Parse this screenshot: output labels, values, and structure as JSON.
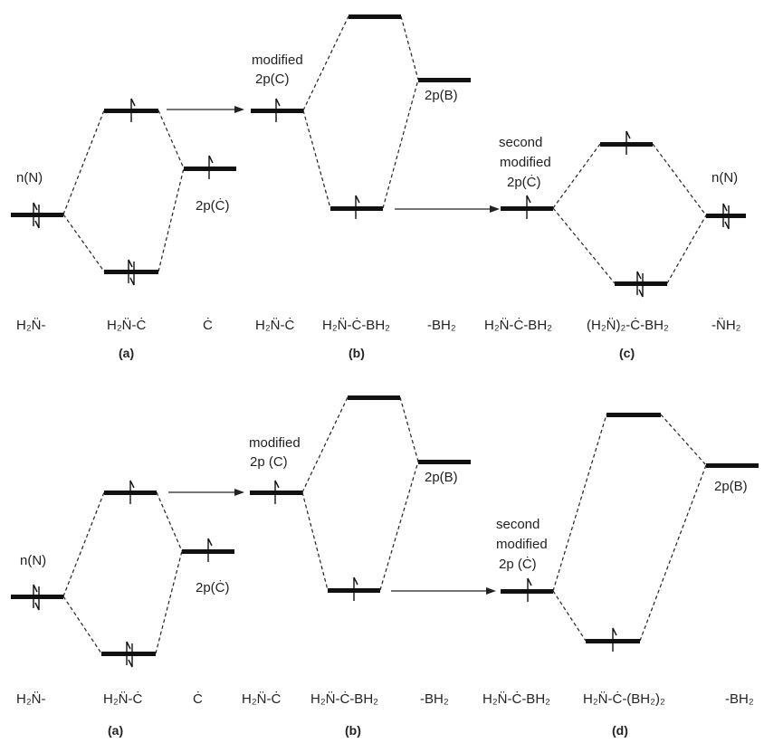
{
  "top": {
    "levels": {
      "n_N": "n(N)",
      "modified": "modified",
      "p_C_label": "2p(C)",
      "p_C_dot": "2p(Ċ)",
      "p_B": "2p(B)",
      "second": "second",
      "second_modified": "modified",
      "second_p": "2p(Ċ)",
      "n_N_right": "n(N)"
    },
    "species": [
      "H₂N̈-",
      "H₂N̈-Ċ",
      "Ċ",
      "H₂N̈-Ċ",
      "H₂N̈-Ċ-BH₂",
      "-BH₂",
      "H₂N̈-Ċ-BH₂",
      "(H₂N̈)₂-Ċ-BH₂",
      "-N̈H₂"
    ],
    "panels": [
      "(a)",
      "(b)",
      "(c)"
    ]
  },
  "bottom": {
    "levels": {
      "n_N": "n(N)",
      "modified": "modified",
      "p_C_label": "2p (C)",
      "p_C_dot": "2p(Ċ)",
      "p_B": "2p(B)",
      "second": "second",
      "second_modified": "modified",
      "second_p": "2p (Ċ)",
      "p_B_right": "2p(B)"
    },
    "species": [
      "H₂N̈-",
      "H₂N̈-Ċ",
      "Ċ",
      "H₂N̈-Ċ",
      "H₂N̈-Ċ-BH₂",
      "-BH₂",
      "H₂N̈-Ċ-BH₂",
      "H₂N̈-Ċ-(BH₂)₂",
      "-BH₂"
    ],
    "panels": [
      "(a)",
      "(b)",
      "(d)"
    ]
  }
}
